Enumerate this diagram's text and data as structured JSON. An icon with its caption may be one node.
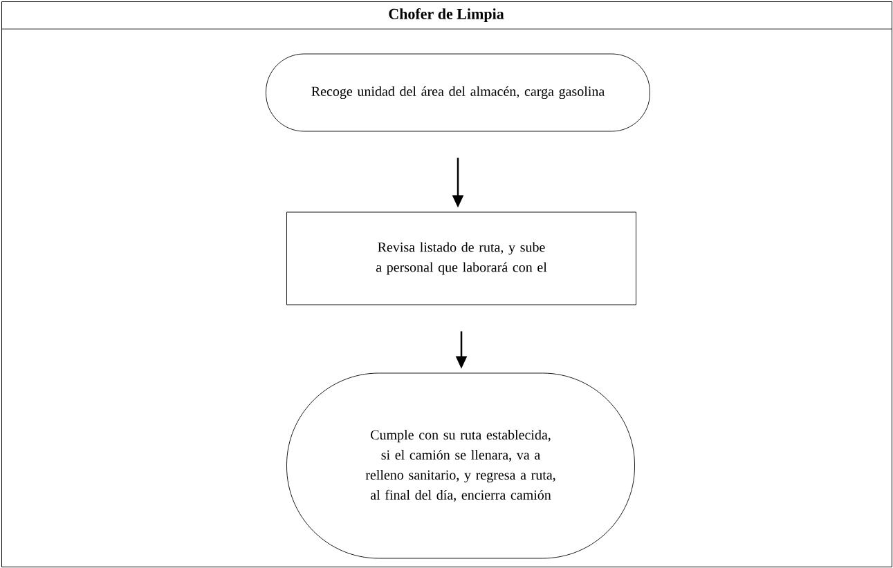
{
  "diagram": {
    "nodes": [
      {
        "text": [
          "Chofer de Limpia"
        ]
      },
      {
        "text": [
          "Recoge unidad del área del almacén, carga gasolina"
        ],
        "in": 0
      },
      {
        "text": [
          "Revisa listado de ruta, y sube a personal que laborará con el"
        ],
        "in": 0
      },
      {
        "text": [
          "Cumple con su ruta establecida, si el camión se llenara, va a relleno sanitario, y regresa a ruta, al final del día, encierra camión"
        ],
        "in": 0
      }
    ],
    "edges": [
      {
        "from": 1,
        "to": 2,
        "arrow": "to"
      },
      {
        "from": 2,
        "to": 3,
        "arrow": "to"
      }
    ]
  }
}
